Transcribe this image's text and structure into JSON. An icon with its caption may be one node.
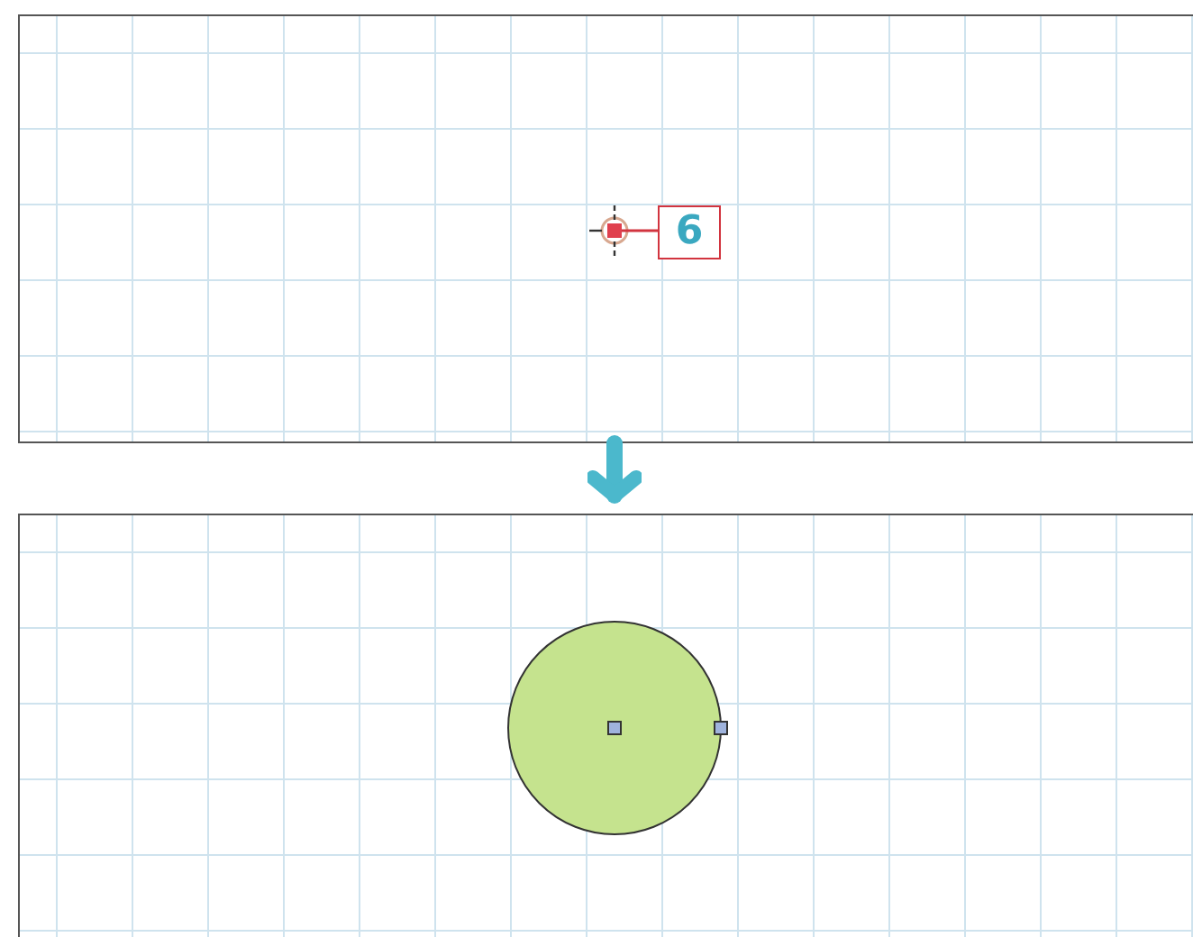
{
  "diagram": {
    "nodes": [
      {
        "text": [],
        "shape": "box"
      },
      {
        "text": [],
        "shape": "box"
      },
      {
        "text": [
          "6"
        ],
        "in": 0
      },
      {
        "text": [],
        "shape": "box",
        "in": 0
      }
    ],
    "edges": [
      {
        "from": 0,
        "to": 1,
        "arrow": "to",
        "style": "thick",
        "color": "#4bb8cc"
      },
      {
        "from": 2,
        "to": 3,
        "arrow": "none",
        "color": "#d2343f"
      }
    ]
  }
}
